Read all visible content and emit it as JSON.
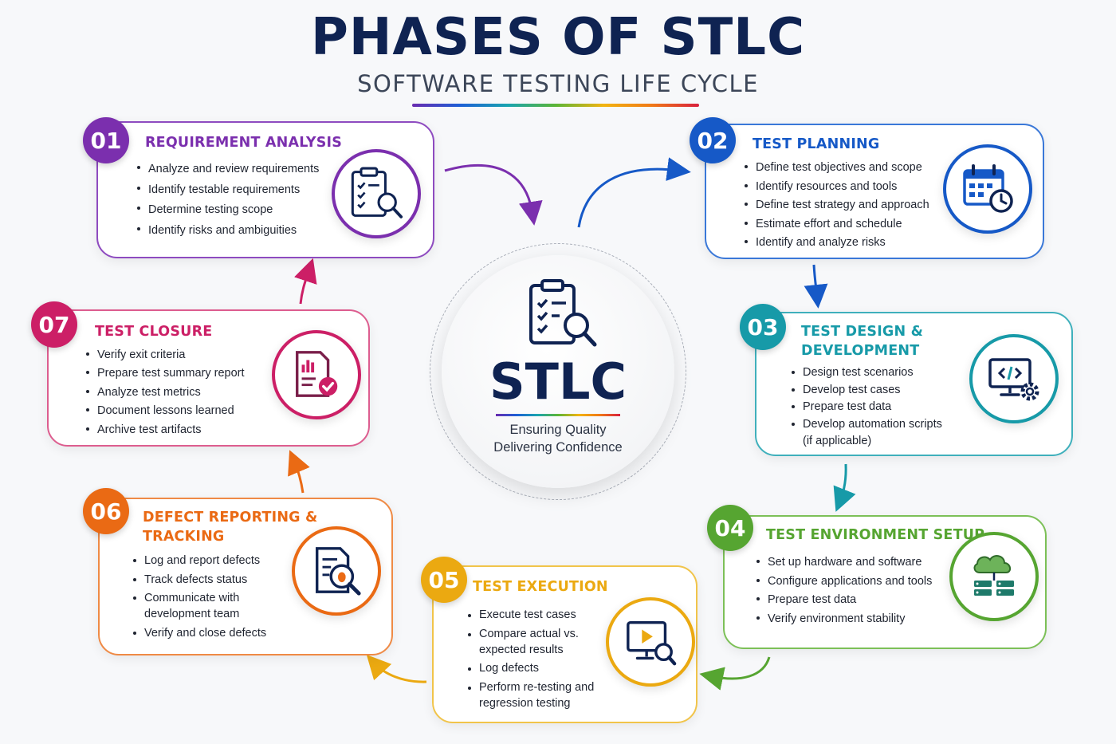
{
  "title": "PHASES OF STLC",
  "subtitle": "SOFTWARE TESTING LIFE CYCLE",
  "center": {
    "title": "STLC",
    "tagline1": "Ensuring Quality",
    "tagline2": "Delivering Confidence",
    "icon": "clipboard-search-icon"
  },
  "phases": [
    {
      "number": "01",
      "title": "REQUIREMENT ANALYSIS",
      "color": "#7b2fae",
      "icon": "clipboard-search-icon",
      "items": [
        "Analyze and review requirements",
        "Identify testable requirements",
        "Determine testing scope",
        "Identify risks and ambiguities"
      ]
    },
    {
      "number": "02",
      "title": "TEST PLANNING",
      "color": "#1659c7",
      "icon": "calendar-clock-icon",
      "items": [
        "Define test objectives and scope",
        "Identify resources and tools",
        "Define test strategy and approach",
        "Estimate effort and schedule",
        "Identify and analyze risks"
      ]
    },
    {
      "number": "03",
      "title_line1": "TEST DESIGN &",
      "title_line2": "DEVELOPMENT",
      "color": "#179aa8",
      "icon": "monitor-code-gear-icon",
      "items": [
        "Design test scenarios",
        "Develop test cases",
        "Prepare test data",
        "Develop automation scripts",
        "(if applicable)"
      ]
    },
    {
      "number": "04",
      "title": "TEST ENVIRONMENT SETUP",
      "color": "#56a531",
      "icon": "cloud-server-icon",
      "items": [
        "Set up hardware and software",
        "Configure applications and tools",
        "Prepare test data",
        "Verify environment stability"
      ]
    },
    {
      "number": "05",
      "title": "TEST EXECUTION",
      "color": "#eba911",
      "icon": "monitor-play-search-icon",
      "items": [
        "Execute test cases",
        "Compare actual vs.",
        "expected results",
        "Log defects",
        "Perform re-testing and",
        "regression testing"
      ]
    },
    {
      "number": "06",
      "title_line1": "DEFECT REPORTING &",
      "title_line2": "TRACKING",
      "color": "#ea6a14",
      "icon": "document-bug-search-icon",
      "items": [
        "Log and report defects",
        "Track defects status",
        "Communicate with",
        "development team",
        "Verify and close defects"
      ]
    },
    {
      "number": "07",
      "title": "TEST CLOSURE",
      "color": "#cc1f66",
      "icon": "report-check-icon",
      "items": [
        "Verify exit criteria",
        "Prepare test summary report",
        "Analyze test metrics",
        "Document lessons learned",
        "Archive test artifacts"
      ]
    }
  ]
}
